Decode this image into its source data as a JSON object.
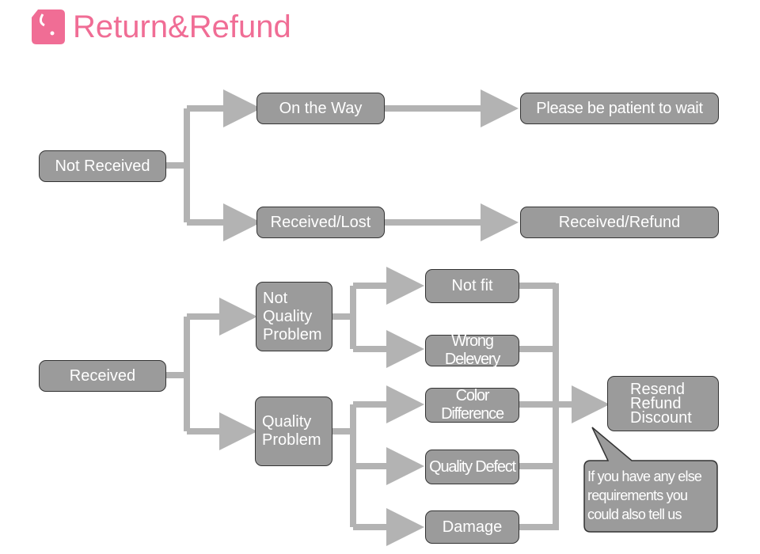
{
  "header": {
    "title": "Return&Refund",
    "icon": "tag-icon",
    "accent": "#f06d95"
  },
  "colors": {
    "box_fill": "#9b9b9b",
    "box_border": "#333333",
    "arrow": "#b3b3b3",
    "text": "#ffffff"
  },
  "branches": {
    "not_received": {
      "label": "Not Received",
      "on_the_way": {
        "label": "On the Way",
        "result": "Please be patient to wait"
      },
      "received_lost": {
        "label": "Received/Lost",
        "result": "Received/Refund"
      }
    },
    "received": {
      "label": "Received",
      "not_quality_problem": {
        "label": [
          "Not",
          "Quality",
          "Problem"
        ],
        "items": [
          "Not fit",
          "Wrong Delevery"
        ]
      },
      "quality_problem": {
        "label": [
          "Quality",
          "Problem"
        ],
        "items": [
          "Color Difference",
          "Quality Defect",
          "Damage"
        ]
      },
      "outcome": [
        "Resend",
        "Refund",
        "Discount"
      ],
      "note": [
        "If you have any else",
        "requirements you",
        "could also tell us"
      ]
    }
  }
}
